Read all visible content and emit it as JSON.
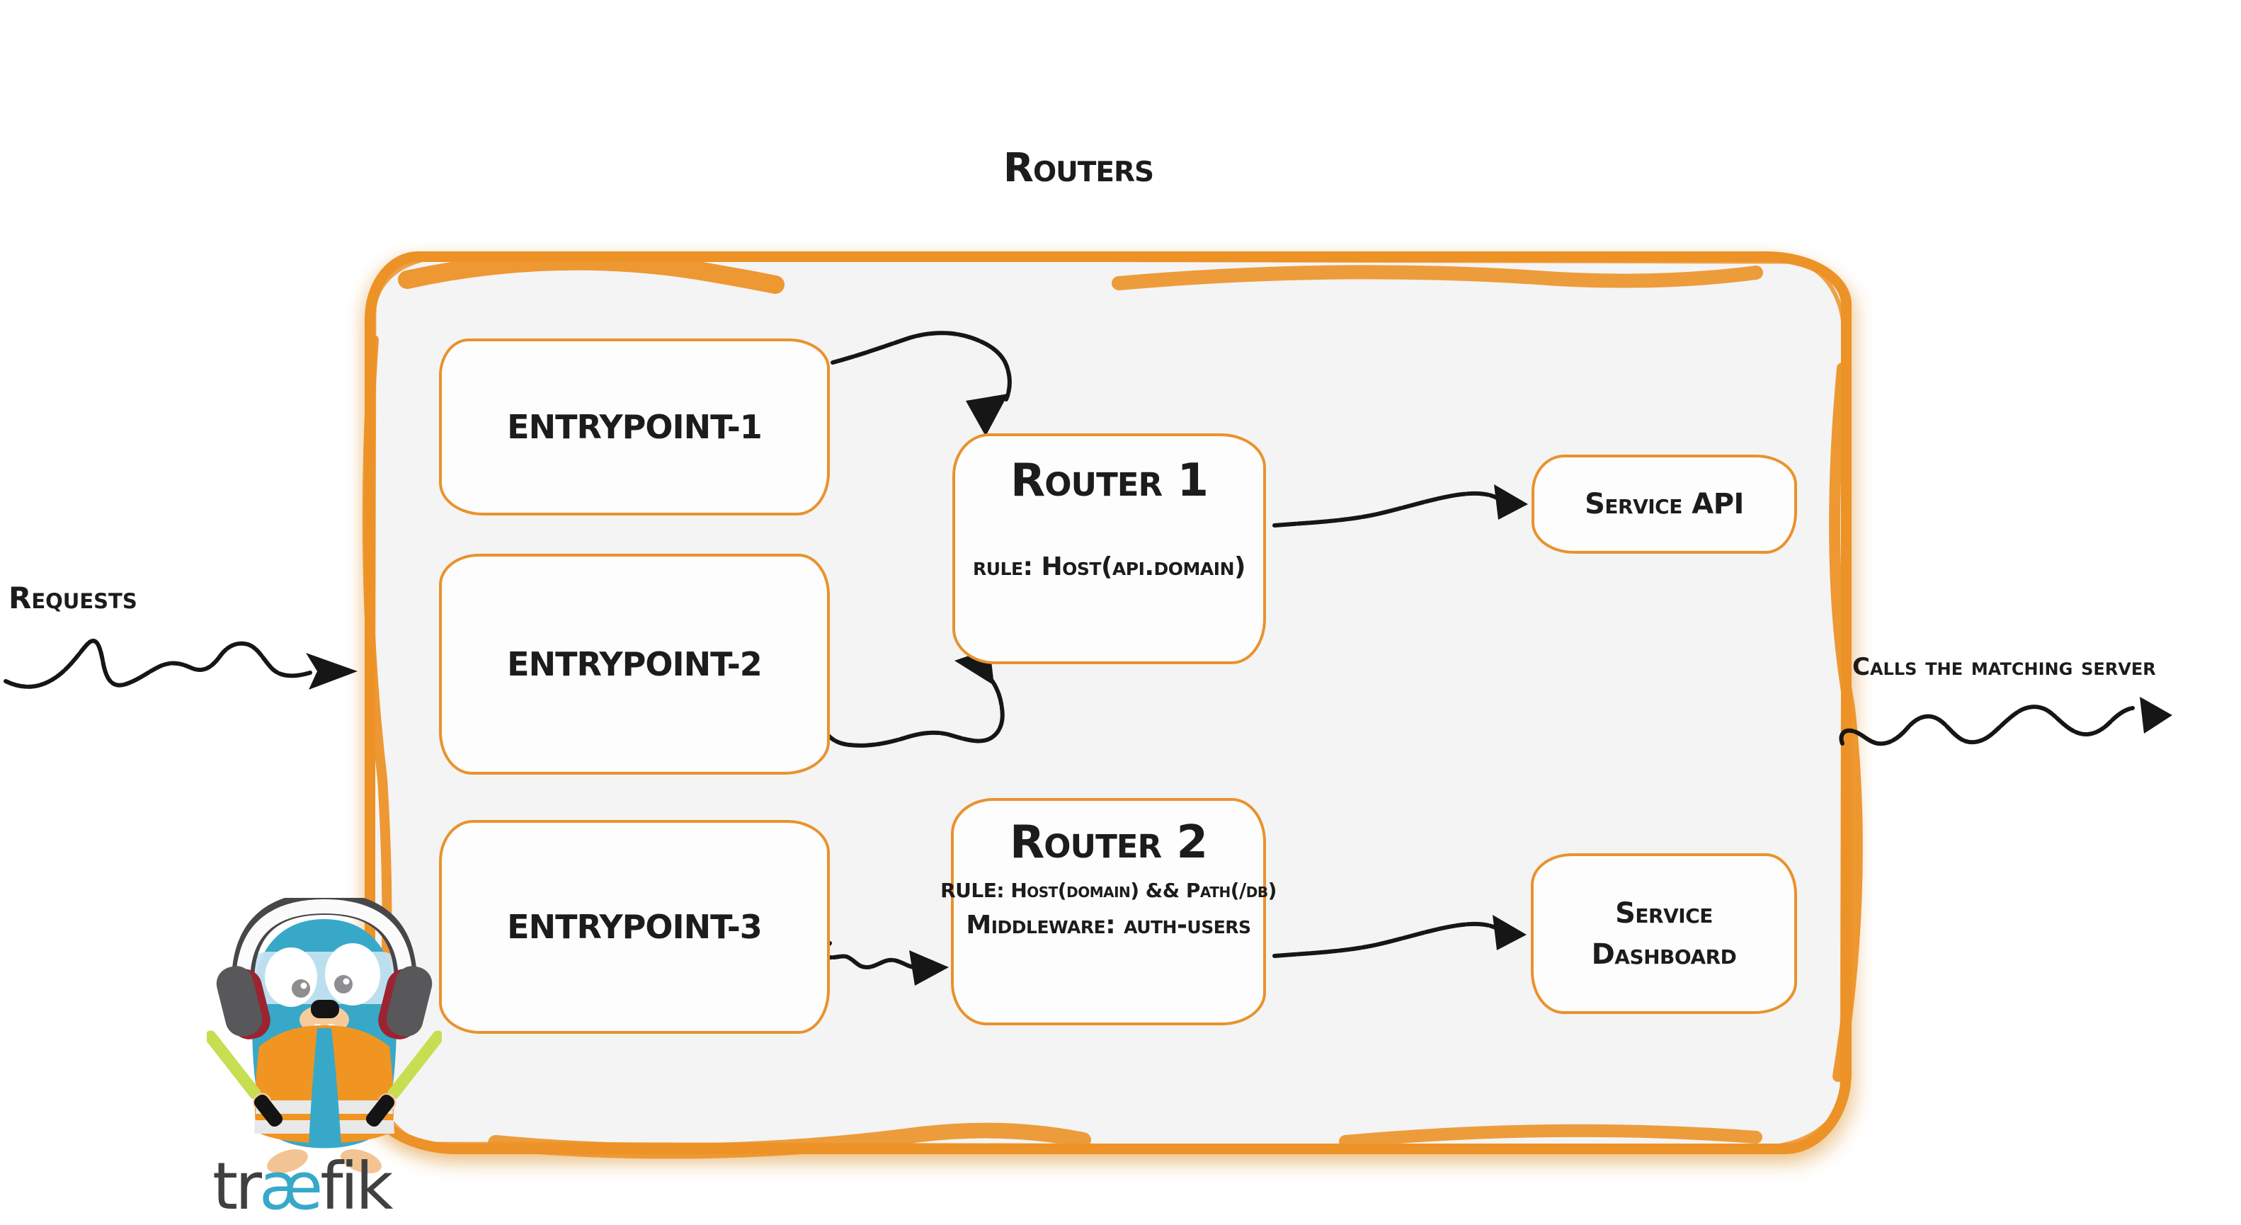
{
  "title": "Routers",
  "labels": {
    "requests": "Requests",
    "calls": "Calls the matching server"
  },
  "entrypoints": [
    {
      "label": "ENTRYPOINT-1"
    },
    {
      "label": "ENTRYPOINT-2"
    },
    {
      "label": "ENTRYPOINT-3"
    }
  ],
  "routers": [
    {
      "title": "Router 1",
      "rule": "rule: Host(api.domain)"
    },
    {
      "title": "Router 2",
      "rule": "RULE: Host(domain) && Path(/db)",
      "middleware": "Middleware: auth-users"
    }
  ],
  "services": [
    {
      "line1": "Service API"
    },
    {
      "line1": "Service",
      "line2": "Dashboard"
    }
  ],
  "logo": {
    "pre": "tr",
    "ae": "æ",
    "post": "fik"
  },
  "colors": {
    "container_border": "#ec9227",
    "node_border": "#e9922d",
    "container_bg": "#f4f4f4",
    "ink": "#161616",
    "gopher_blue": "#38a8c8",
    "vest_orange": "#f09522",
    "baton_green": "#c7de52",
    "wordmark_gray": "#3f4042",
    "wordmark_ae_teal": "#36a9c9"
  }
}
